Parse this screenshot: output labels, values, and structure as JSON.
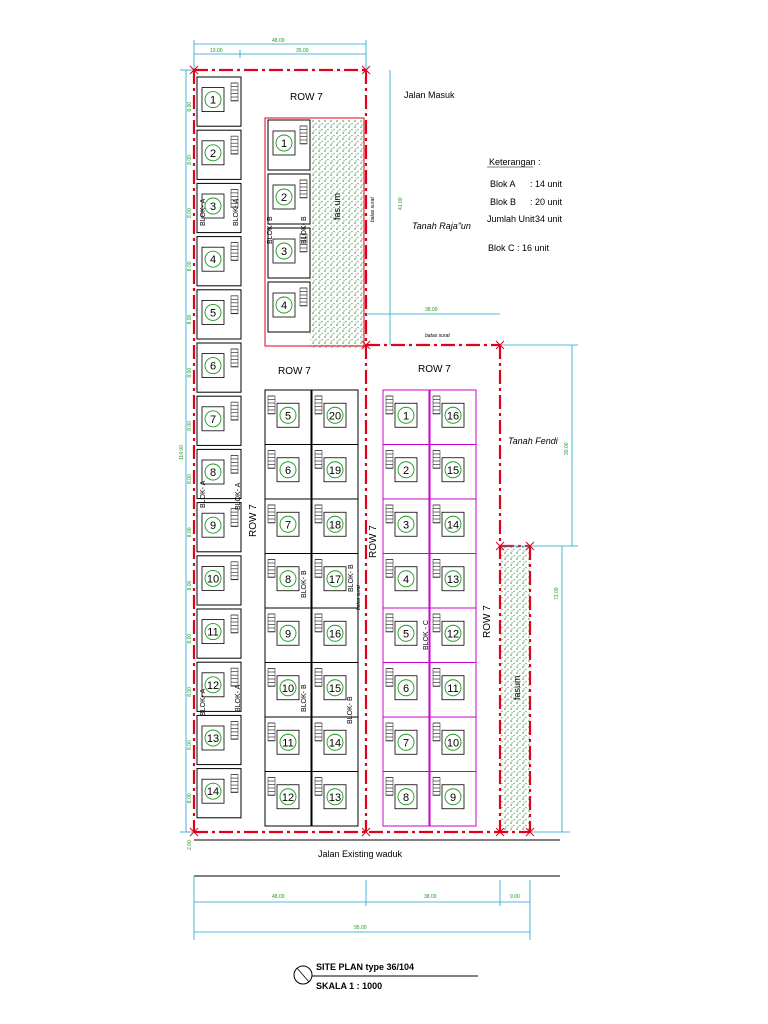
{
  "colors": {
    "boundary": "#e2001a",
    "dimension": "#1aa3d6",
    "unit_b": "#000000",
    "unit_c": "#cc00cc",
    "unit_number": "#1a9a1a",
    "fasum": "#4f9d55"
  },
  "labels": {
    "row": "ROW 7",
    "jalan_masuk": "Jalan Masuk",
    "jalan_existing": "Jalan Existing waduk",
    "tanah_raja": "Tanah Raja\"un",
    "tanah_fendi": "Tanah Fendi",
    "batas_surat": "batas surat",
    "fasum": "fasum",
    "fas_um": "fas.um",
    "blok_a": "BLOK- A",
    "blok_b": "BLOK- B",
    "blok_c": "BLOK- C",
    "blok_c_alt": "BLOK - C"
  },
  "keterangan": {
    "title": "Keterangan :",
    "blok_a_label": "Blok A",
    "blok_a_value": ": 14 unit",
    "blok_b_label": "Blok B",
    "blok_b_value": ": 20 unit",
    "jumlah_label": "Jumlah Unit",
    "jumlah_value": ": 34 unit",
    "blok_c": "Blok C : 16 unit"
  },
  "dimensions": {
    "top_total": "48.00",
    "top_left": "13.00",
    "top_right": "35.00",
    "right_upper": "41.00",
    "mid_width": "38.00",
    "right_mid": "30.00",
    "right_lower": "73.00",
    "left_total": "114.00",
    "left_module": "8.00",
    "left_bottom": "2.00",
    "bottom_a": "48.00",
    "bottom_b": "38.00",
    "bottom_c": "9.00",
    "bottom_total": "95.00"
  },
  "title": {
    "main": "SITE PLAN type 36/104",
    "scale": "SKALA 1 : 1000"
  },
  "units": {
    "blok_a": [
      "1",
      "2",
      "3",
      "4",
      "5",
      "6",
      "7",
      "8",
      "9",
      "10",
      "11",
      "12",
      "13",
      "14"
    ],
    "blok_b_upper": [
      "1",
      "2",
      "3",
      "4"
    ],
    "blok_b_left": [
      "5",
      "6",
      "7",
      "8",
      "9",
      "10",
      "11",
      "12"
    ],
    "blok_b_right": [
      "20",
      "19",
      "18",
      "17",
      "16",
      "15",
      "14",
      "13"
    ],
    "blok_c_left": [
      "1",
      "2",
      "3",
      "4",
      "5",
      "6",
      "7",
      "8"
    ],
    "blok_c_right": [
      "16",
      "15",
      "14",
      "13",
      "12",
      "11",
      "10",
      "9"
    ]
  }
}
